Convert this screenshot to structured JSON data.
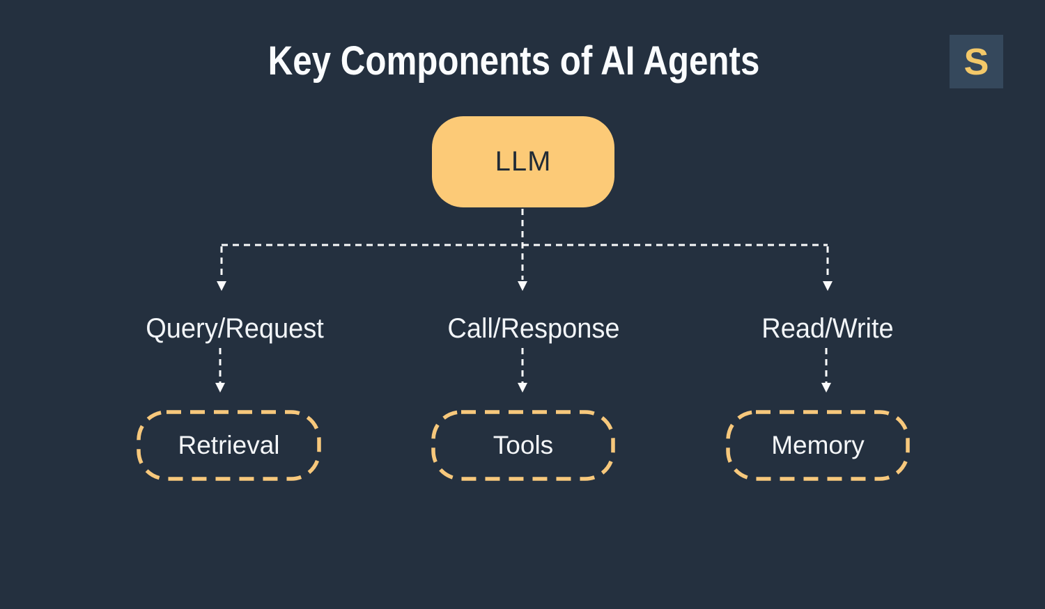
{
  "title": "Key Components of AI Agents",
  "logo": {
    "letter": "S"
  },
  "nodes": {
    "llm": {
      "label": "LLM"
    },
    "retrieval": {
      "label": "Retrieval"
    },
    "tools": {
      "label": "Tools"
    },
    "memory": {
      "label": "Memory"
    }
  },
  "edges": {
    "query": {
      "label": "Query/Request"
    },
    "call": {
      "label": "Call/Response"
    },
    "read": {
      "label": "Read/Write"
    }
  },
  "colors": {
    "background": "#24303f",
    "node_fill": "#fcca77",
    "node_stroke": "#f7c87c",
    "line": "#fafbfc",
    "logo_bg": "#35485c",
    "logo_letter": "#f3c869",
    "llm_text": "#212b36",
    "label_text": "#f2f5f8"
  }
}
